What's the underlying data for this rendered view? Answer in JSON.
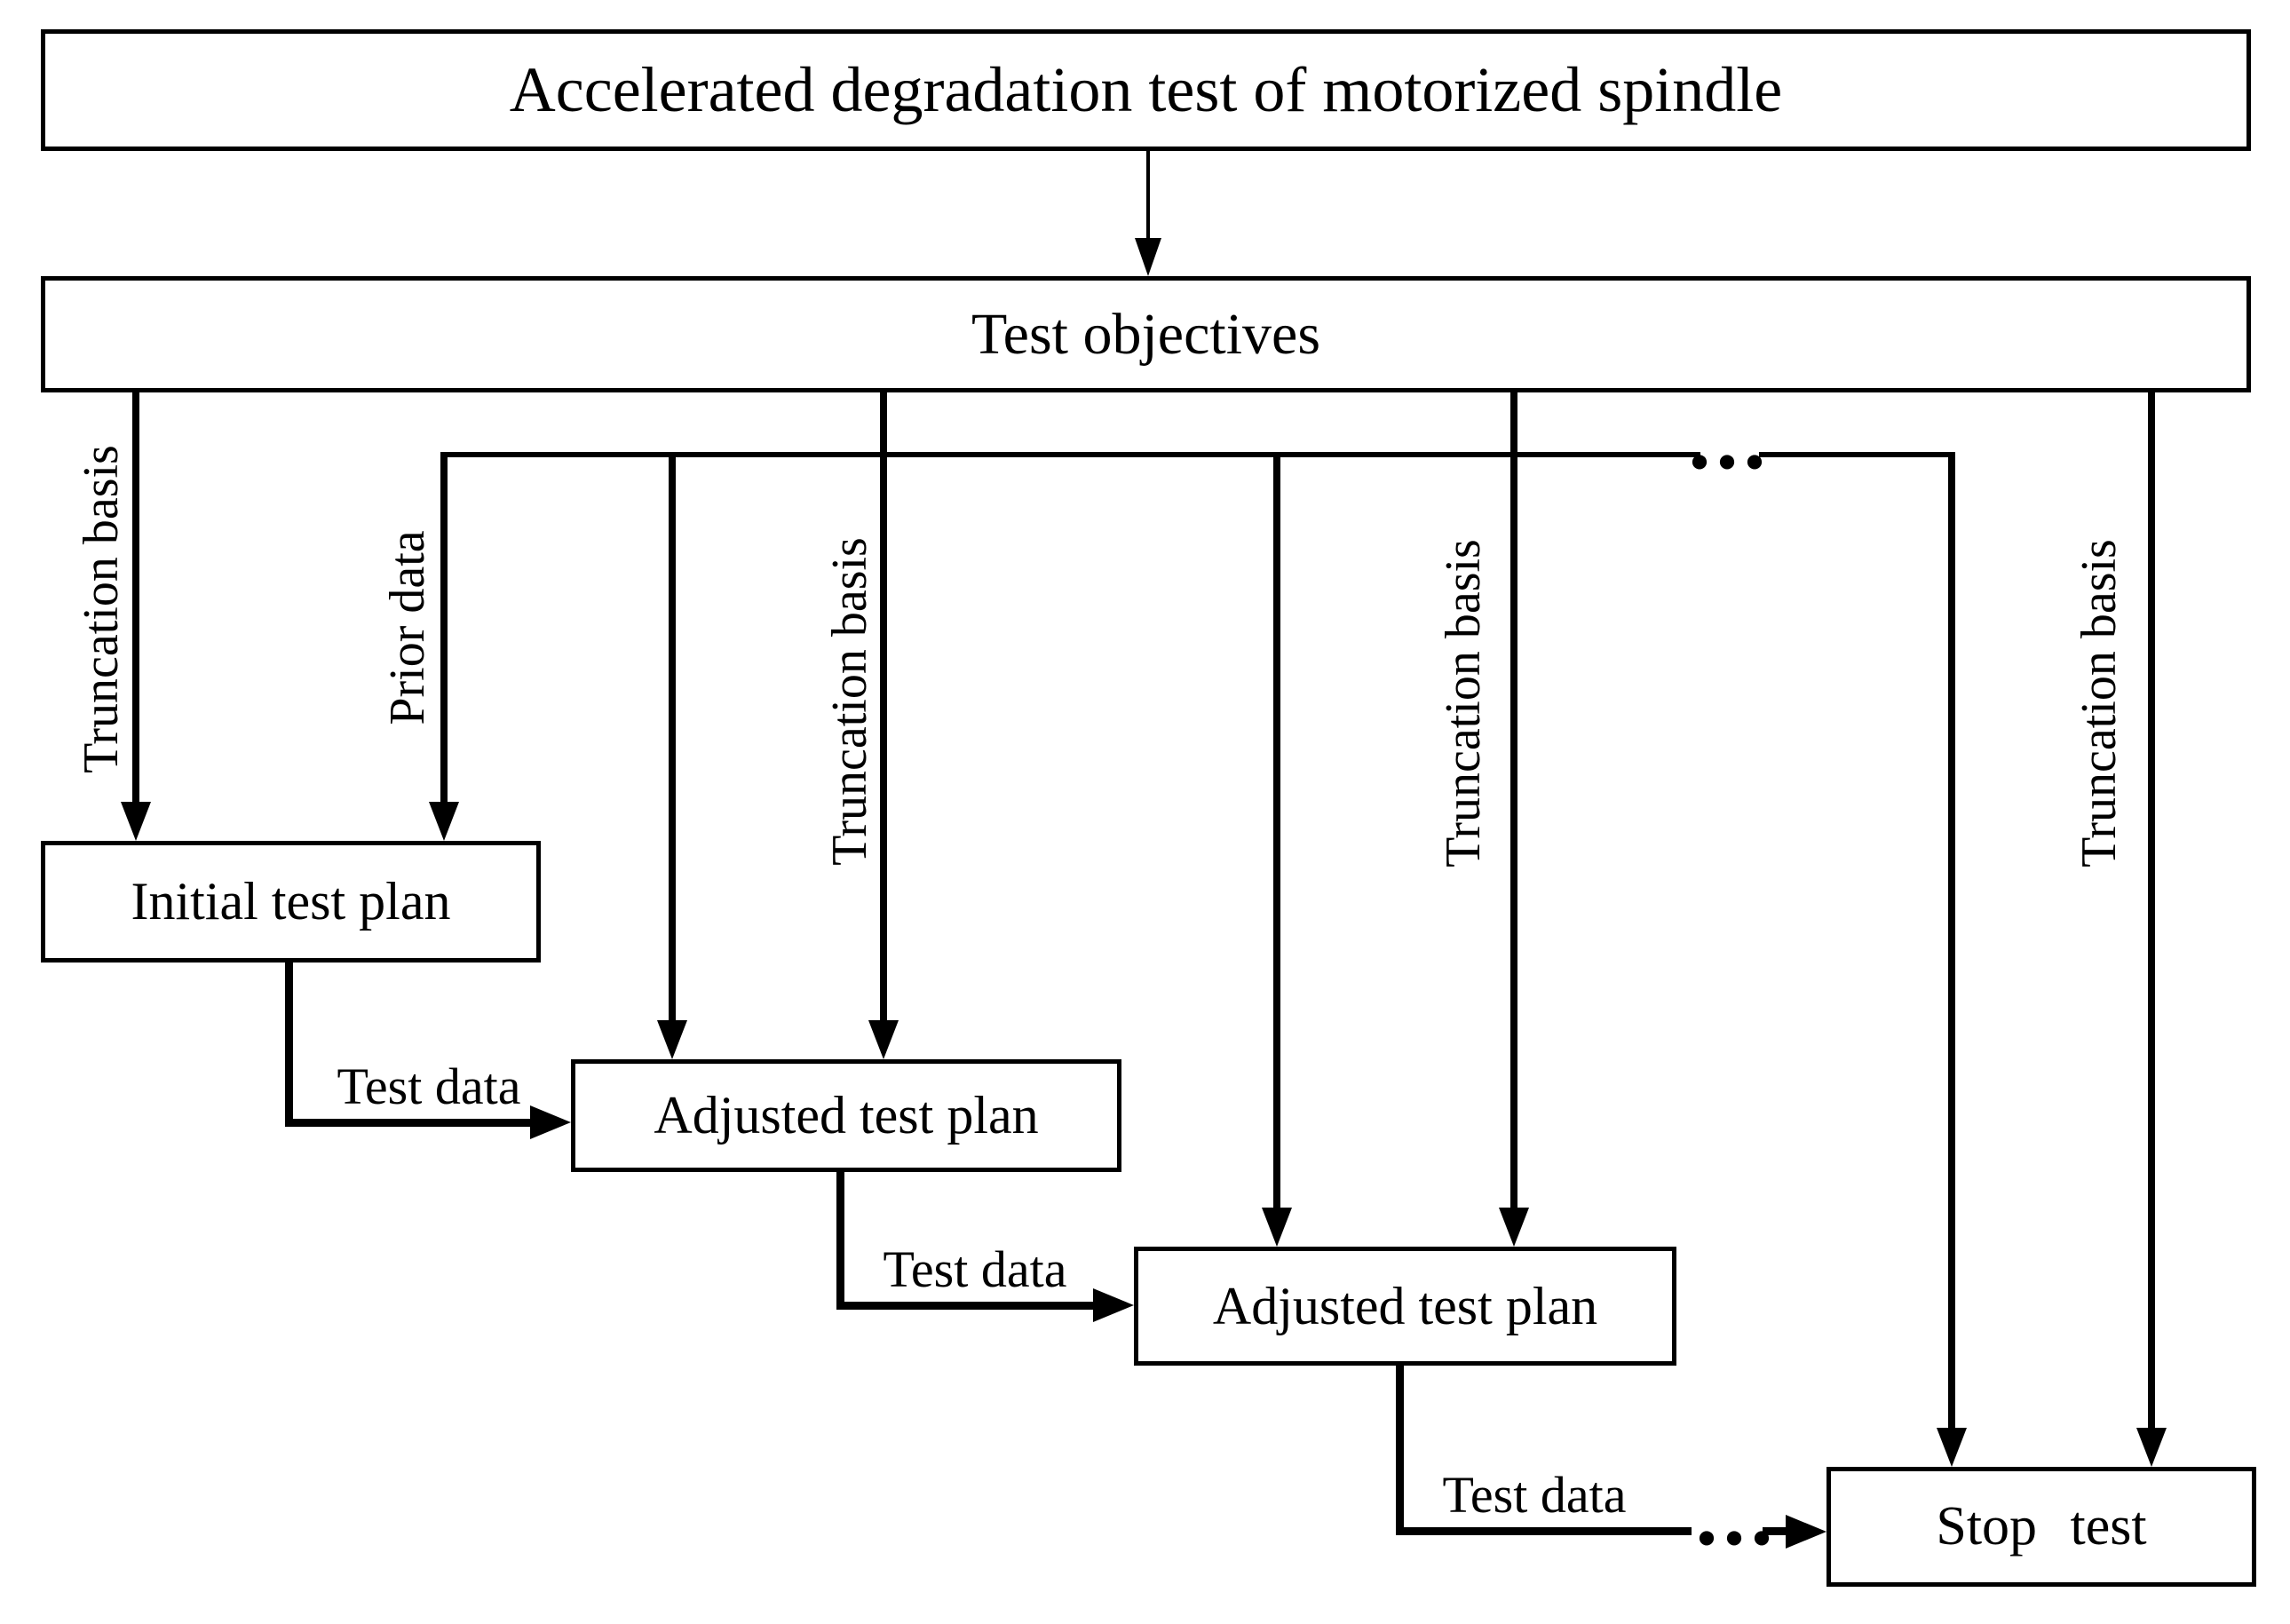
{
  "figure": {
    "background": "#ffffff",
    "ink": "#000000",
    "nodes": {
      "root": {
        "label": "Accelerated degradation test of motorized spindle"
      },
      "objectives": {
        "label": "Test objectives"
      },
      "initial": {
        "label": "Initial test plan"
      },
      "adjusted1": {
        "label": "Adjusted test plan"
      },
      "adjusted2": {
        "label": "Adjusted test plan"
      },
      "stop": {
        "label": "Stop test"
      }
    },
    "edge_labels": {
      "truncation_basis": "Truncation basis",
      "prior_data": "Prior data",
      "test_data": "Test data",
      "ellipsis": "..."
    }
  }
}
